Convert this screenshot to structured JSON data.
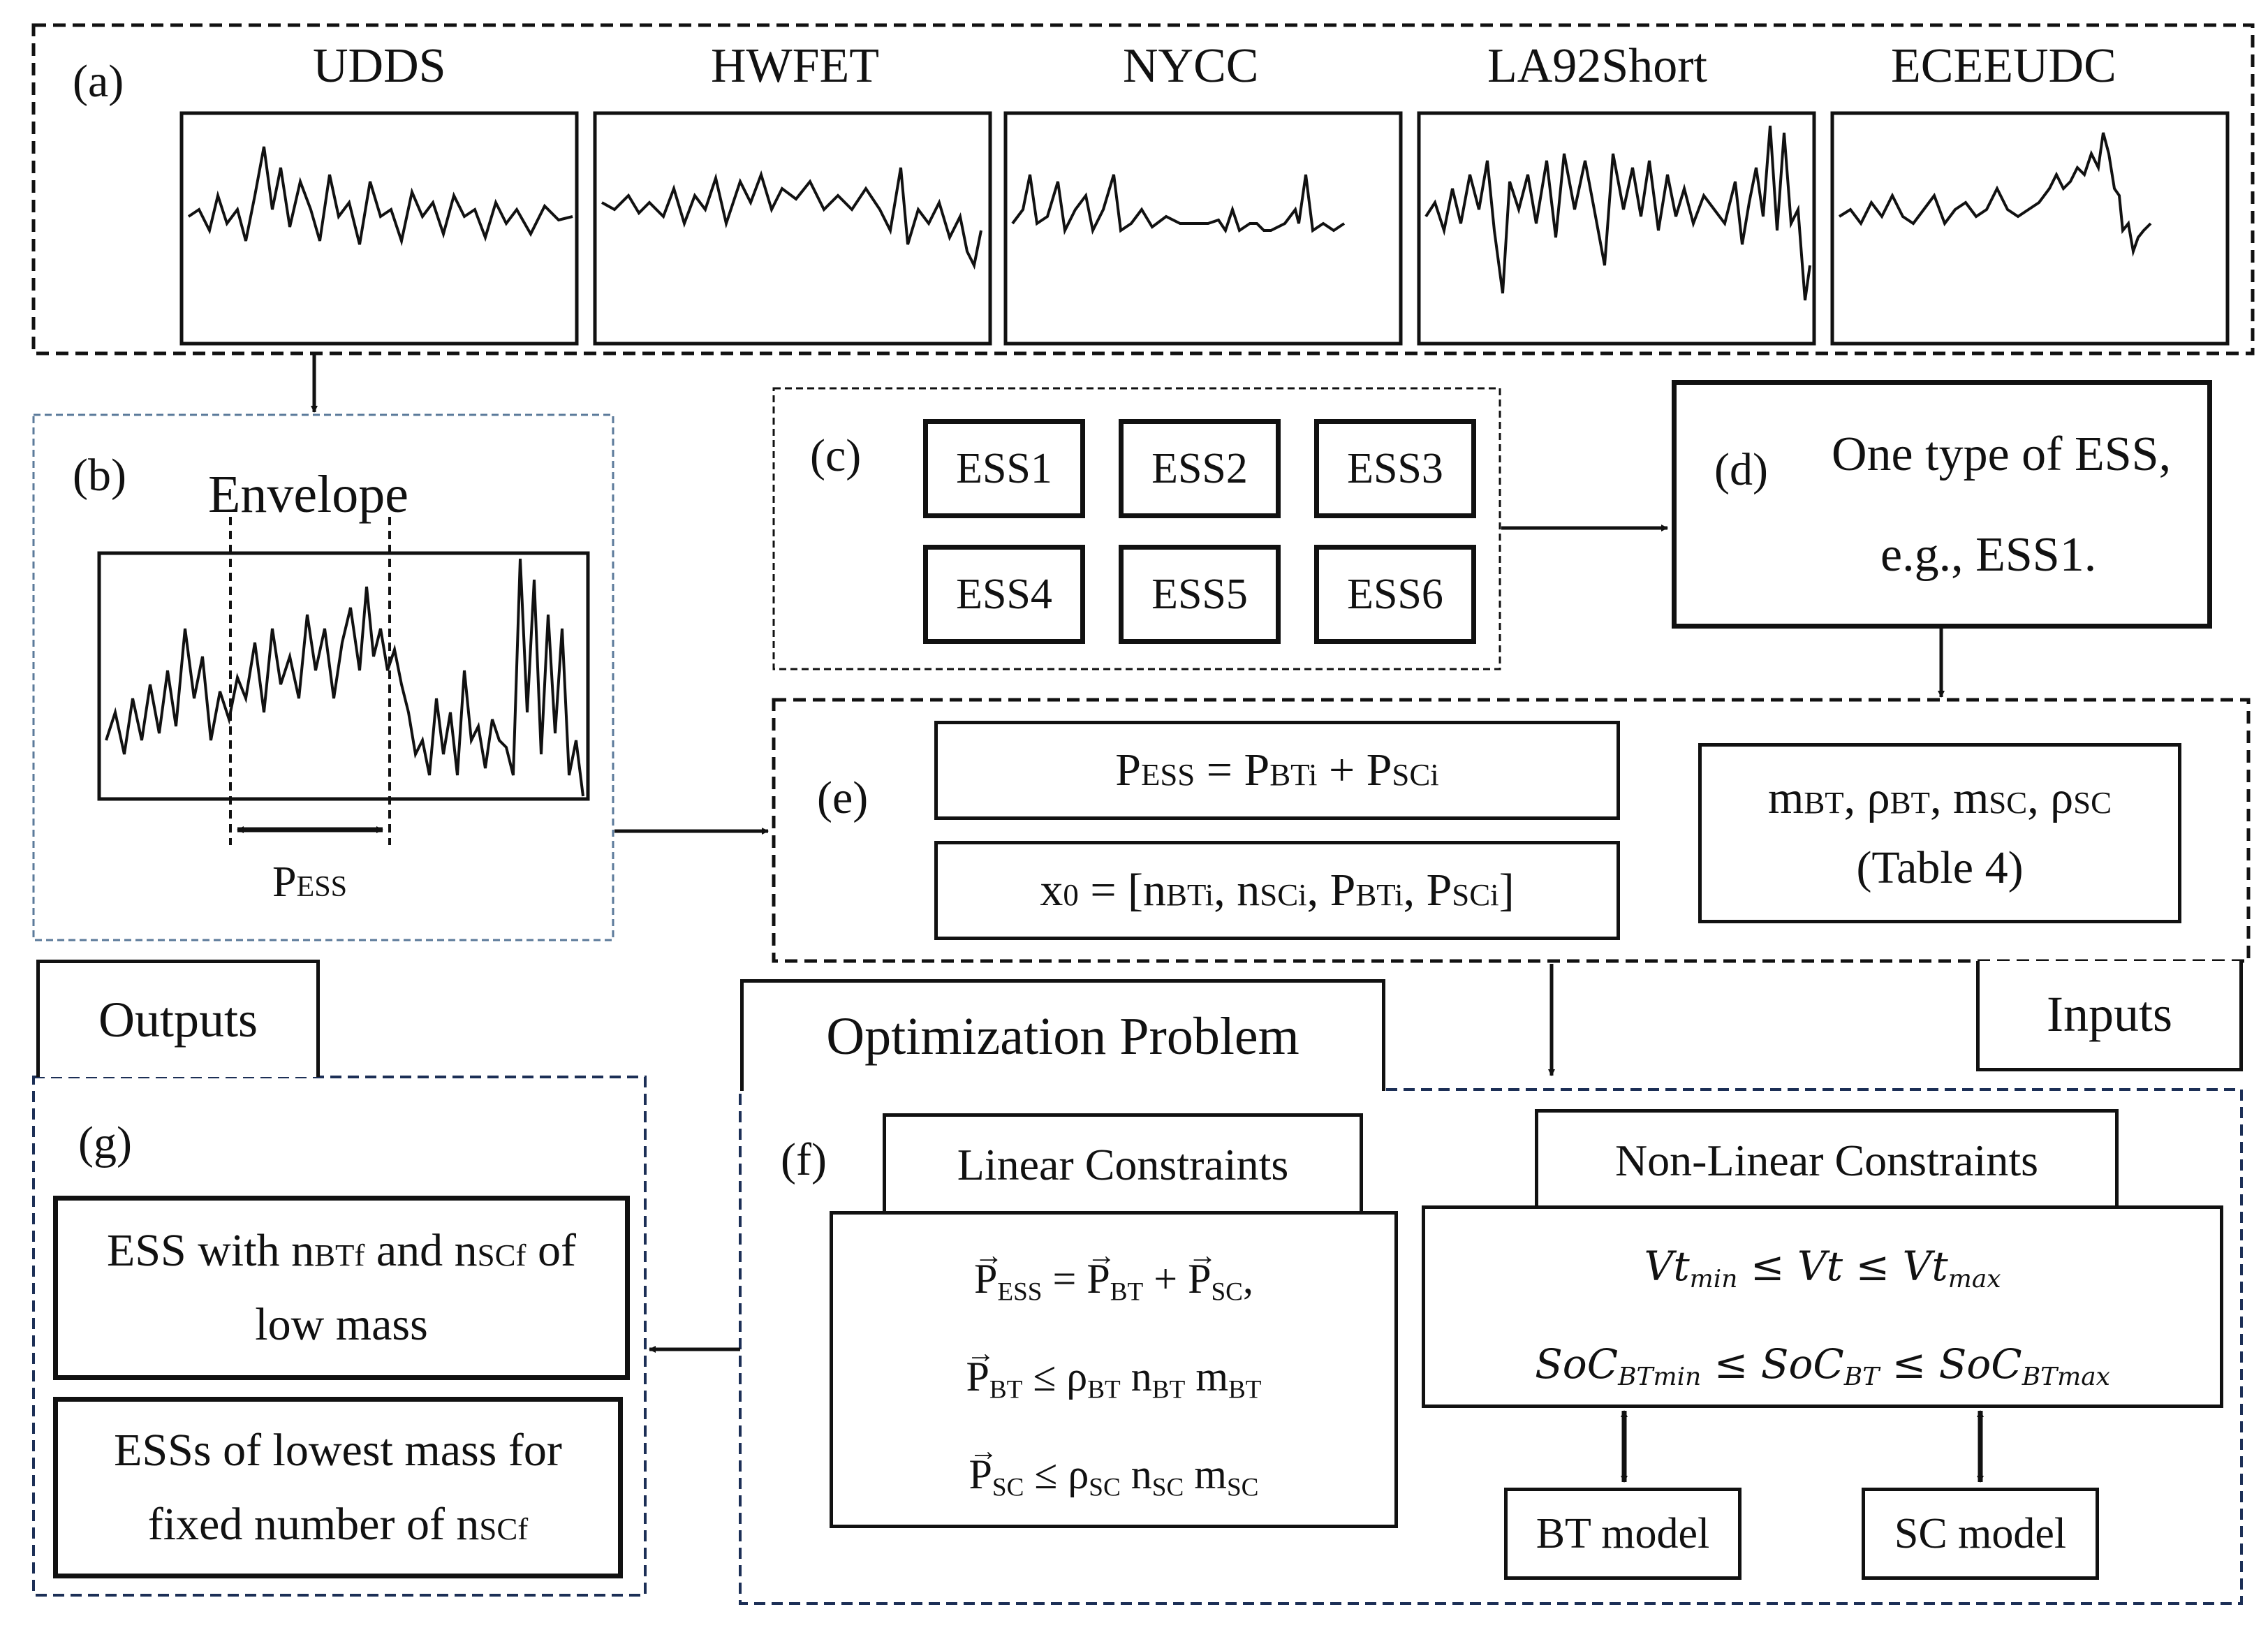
{
  "panel_a": {
    "label": "(a)",
    "cycles": [
      "UDDS",
      "HWFET",
      "NYCC",
      "LA92Short",
      "ECEEUDC"
    ]
  },
  "panel_b": {
    "label": "(b)",
    "title": "Envelope",
    "p_ess_main": "P",
    "p_ess_sub": "ESS"
  },
  "panel_c": {
    "label": "(c)",
    "ess": [
      "ESS1",
      "ESS2",
      "ESS3",
      "ESS4",
      "ESS5",
      "ESS6"
    ]
  },
  "panel_d": {
    "label": "(d)",
    "line1": "One type of ESS,",
    "line2": "e.g., ESS1."
  },
  "panel_e": {
    "label": "(e)",
    "eq1": {
      "p": "P",
      "ess": "ESS",
      "eq": " = ",
      "p2": "P",
      "bti": "BTi",
      "plus": " + ",
      "p3": "P",
      "sci": "SCi"
    },
    "eq2": {
      "x": "x",
      "zero": "0",
      "open": " = [n",
      "bti": "BTi",
      "c1": ", n",
      "sci": "SCi",
      "c2": ", P",
      "bti2": "BTi",
      "c3": ", P",
      "sci2": "SCi",
      "close": "]"
    },
    "params": {
      "m1": "m",
      "bt1": "BT",
      "c1": ", ",
      "rho1": "ρ",
      "bt2": "BT",
      "c2": ", m",
      "sc1": "SC",
      "c3": ", ",
      "rho2": "ρ",
      "sc2": "SC"
    },
    "table_ref": "(Table 4)"
  },
  "inputs_label": "Inputs",
  "optimization_label": "Optimization Problem",
  "outputs_label": "Outputs",
  "panel_f": {
    "label": "(f)",
    "linear_title": "Linear Constraints",
    "nonlinear_title": "Non-Linear Constraints",
    "lin1": {
      "p": "P",
      "ess": "ESS",
      "eq": " = ",
      "p2": "P",
      "bt": "BT",
      "plus": " + ",
      "p3": "P",
      "sc": "SC",
      "end": ","
    },
    "lin2": {
      "p": "P",
      "bt": "BT",
      "le": " ≤ ρ",
      "bt2": "BT",
      "n": " n",
      "bt3": "BT",
      "m": " m",
      "bt4": "BT"
    },
    "lin3": {
      "p": "P",
      "sc": "SC",
      "le": " ≤ ρ",
      "sc2": "SC",
      "n": " n",
      "sc3": "SC",
      "m": " m",
      "sc4": "SC"
    },
    "nl1": {
      "vt": "Vt",
      "min": "min",
      "le": " ≤ Vt ≤ Vt",
      "max": "max"
    },
    "nl2": {
      "soc": "SoC",
      "btmin": "BTmin",
      "le1": " ≤ SoC",
      "bt": "BT",
      "le2": " ≤ SoC",
      "btmax": "BTmax"
    },
    "bt_model": "BT model",
    "sc_model": "SC model"
  },
  "panel_g": {
    "label": "(g)",
    "box1_line1_a": "ESS with ",
    "box1_n1": "n",
    "box1_btf": "BTf",
    "box1_and": " and ",
    "box1_n2": "n",
    "box1_scf": "SCf",
    "box1_of": " of",
    "box1_line2": "low mass",
    "box2_line1": "ESSs of lowest mass for",
    "box2_line2": "fixed number of ",
    "box2_n": "n",
    "box2_scf": "SCf"
  }
}
